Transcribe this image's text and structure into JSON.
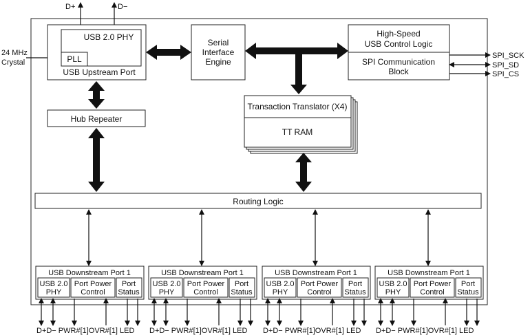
{
  "external": {
    "d_plus": "D+",
    "d_minus": "D−",
    "crystal_line1": "24 MHz",
    "crystal_line2": "Crystal",
    "spi_sck": "SPI_SCK",
    "spi_sd": "SPI_SD",
    "spi_cs": "SPI_CS"
  },
  "upstream": {
    "phy": "USB 2.0 PHY",
    "pll": "PLL",
    "port": "USB Upstream Port"
  },
  "sie": {
    "line1": "Serial",
    "line2": "Interface",
    "line3": "Engine"
  },
  "control": {
    "hs_line1": "High-Speed",
    "hs_line2": "USB Control Logic",
    "spi_line1": "SPI Communication",
    "spi_line2": "Block"
  },
  "tt": {
    "title": "Transaction Translator (X4)",
    "ram": "TT RAM"
  },
  "hub_repeater": "Hub Repeater",
  "routing_logic": "Routing Logic",
  "downstream_ports": [
    {
      "title": "USB Downstream Port 1",
      "phy1": "USB 2.0",
      "phy2": "PHY",
      "pwr1": "Port Power",
      "pwr2": "Control",
      "stat1": "Port",
      "stat2": "Status",
      "pins": "D+D− PWR#[1]OVR#[1] LED"
    },
    {
      "title": "USB Downstream Port 1",
      "phy1": "USB 2.0",
      "phy2": "PHY",
      "pwr1": "Port Power",
      "pwr2": "Control",
      "stat1": "Port",
      "stat2": "Status",
      "pins": "D+D− PWR#[1]OVR#[1] LED"
    },
    {
      "title": "USB Downstream Port 1",
      "phy1": "USB 2.0",
      "phy2": "PHY",
      "pwr1": "Port Power",
      "pwr2": "Control",
      "stat1": "Port",
      "stat2": "Status",
      "pins": "D+D− PWR#[1]OVR#[1] LED"
    },
    {
      "title": "USB Downstream Port 1",
      "phy1": "USB 2.0",
      "phy2": "PHY",
      "pwr1": "Port Power",
      "pwr2": "Control",
      "stat1": "Port",
      "stat2": "Status",
      "pins": "D+D− PWR#[1]OVR#[1] LED"
    }
  ]
}
